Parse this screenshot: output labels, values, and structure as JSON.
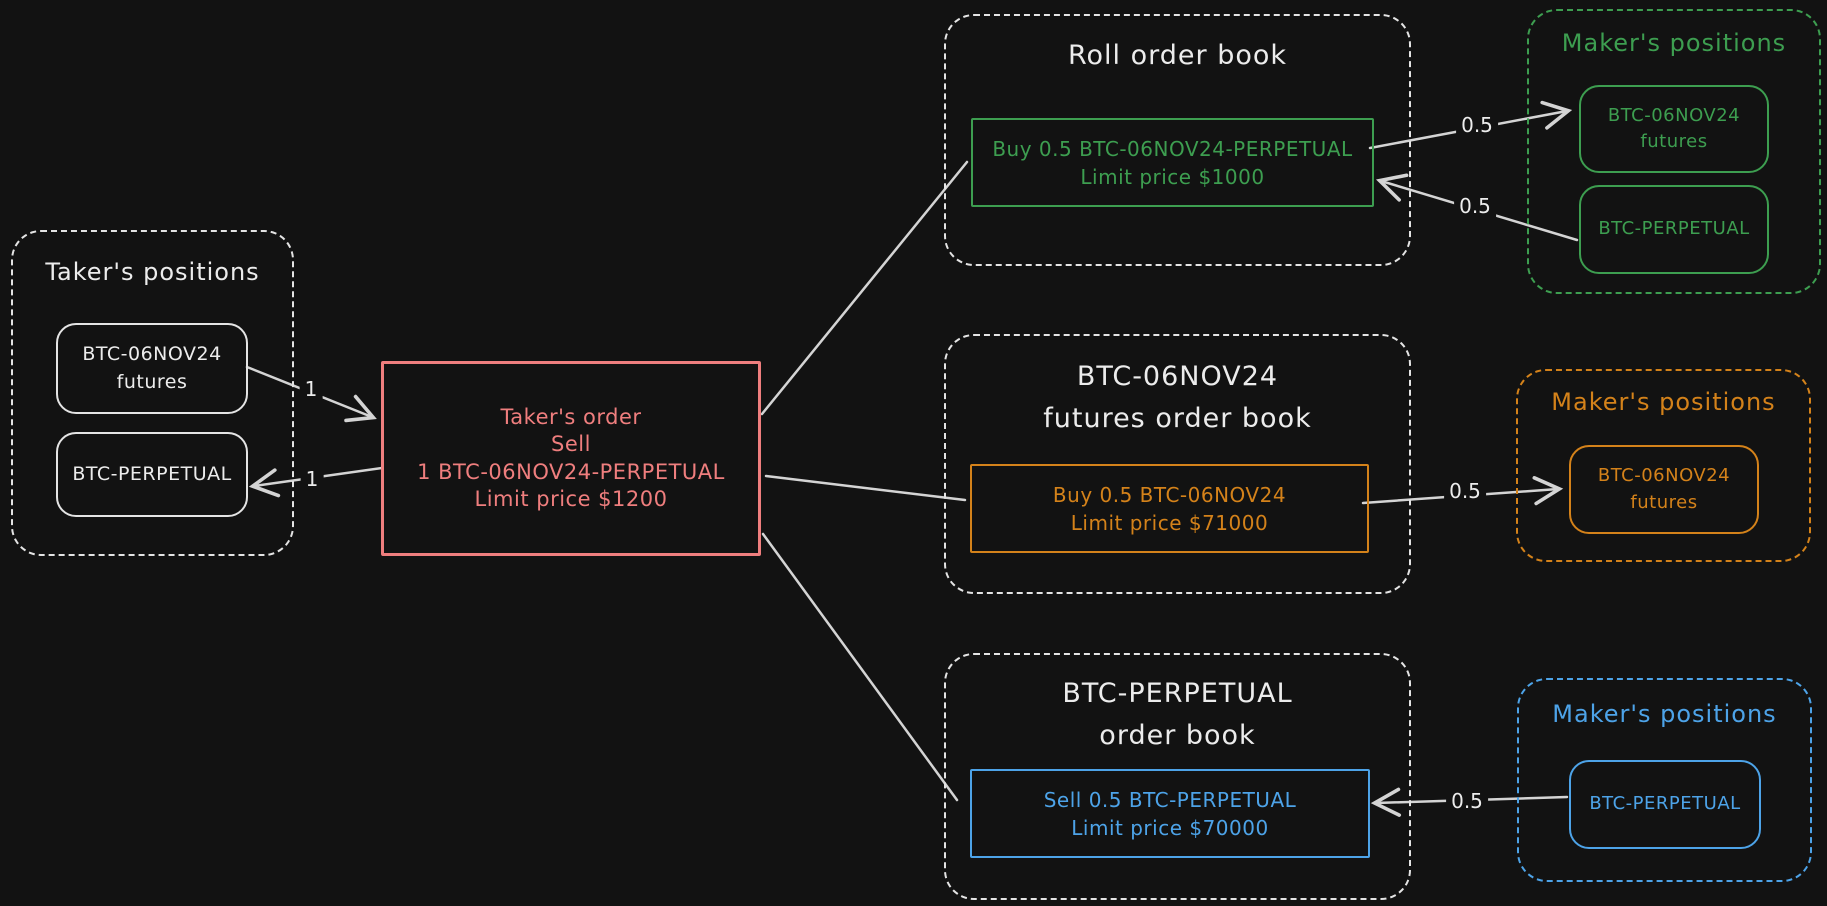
{
  "colors": {
    "background": "#121212",
    "stroke-white": "#e4e4e4",
    "text-white": "#ececec",
    "edge-gray": "#d4d4d4",
    "red": "#ef7e7e",
    "green": "#3d9e50",
    "orange": "#d4821a",
    "blue": "#4da3e8"
  },
  "taker_positions": {
    "title": "Taker's positions",
    "items": [
      {
        "lines": [
          "BTC-06NOV24",
          "futures"
        ]
      },
      {
        "lines": [
          "BTC-PERPETUAL"
        ]
      }
    ]
  },
  "taker_order": {
    "lines": [
      "Taker's order",
      "Sell",
      "1 BTC-06NOV24-PERPETUAL",
      "Limit price $1200"
    ]
  },
  "roll_order_book": {
    "title": "Roll order book",
    "order_lines": [
      "Buy 0.5 BTC-06NOV24-PERPETUAL",
      "Limit price $1000"
    ]
  },
  "futures_order_book": {
    "title_lines": [
      "BTC-06NOV24",
      "futures order book"
    ],
    "order_lines": [
      "Buy 0.5 BTC-06NOV24",
      "Limit price $71000"
    ]
  },
  "perpetual_order_book": {
    "title_lines": [
      "BTC-PERPETUAL",
      "order book"
    ],
    "order_lines": [
      "Sell 0.5 BTC-PERPETUAL",
      "Limit price $70000"
    ]
  },
  "maker_roll": {
    "title": "Maker's positions",
    "items": [
      {
        "lines": [
          "BTC-06NOV24",
          "futures"
        ]
      },
      {
        "lines": [
          "BTC-PERPETUAL"
        ]
      }
    ]
  },
  "maker_futures": {
    "title": "Maker's positions",
    "items": [
      {
        "lines": [
          "BTC-06NOV24",
          "futures"
        ]
      }
    ]
  },
  "maker_perpetual": {
    "title": "Maker's positions",
    "items": [
      {
        "lines": [
          "BTC-PERPETUAL"
        ]
      }
    ]
  },
  "edge_labels": {
    "taker_futures_to_order": "1",
    "order_to_taker_perpetual": "1",
    "roll_to_maker_futures": "0.5",
    "maker_perpetual_to_roll": "0.5",
    "futures_book_to_maker": "0.5",
    "maker_to_perpetual_book": "0.5"
  }
}
